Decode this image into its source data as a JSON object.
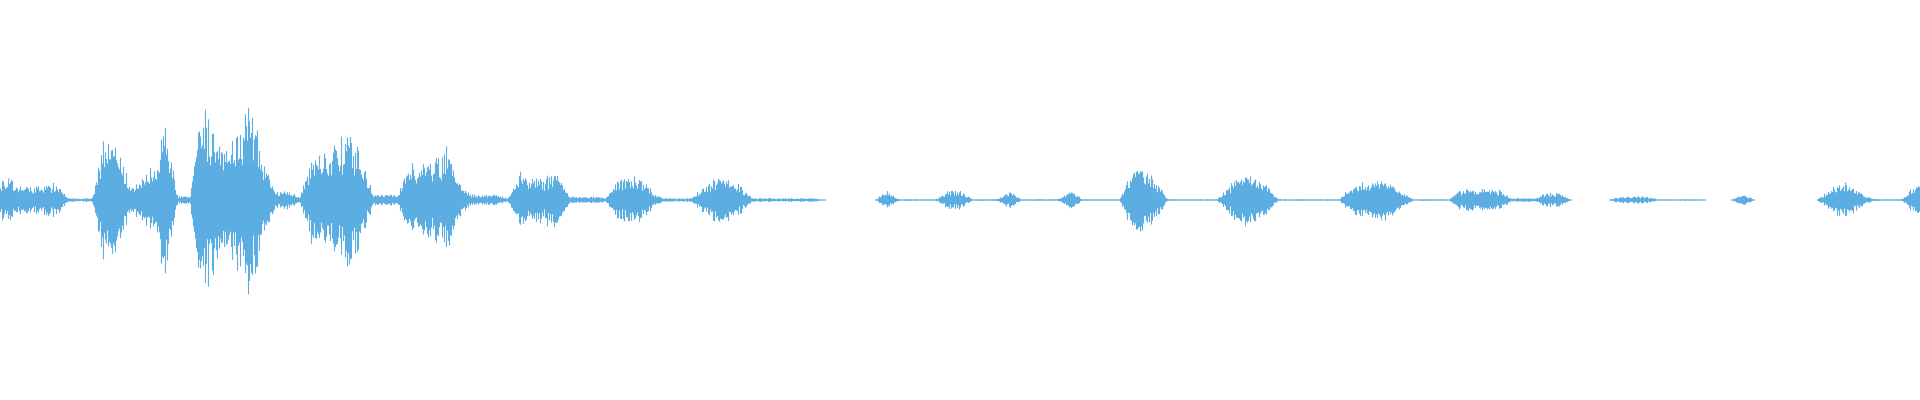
{
  "waveform": {
    "color": "#5dade2",
    "amplitude_envelope": [
      0.12,
      0.08,
      0.08,
      0.08,
      0.1,
      0.01,
      0.01,
      0.01,
      0.37,
      0.3,
      0.1,
      0.1,
      0.2,
      0.42,
      0.02,
      0.02,
      0.5,
      0.4,
      0.35,
      0.4,
      0.55,
      0.2,
      0.05,
      0.05,
      0.02,
      0.25,
      0.28,
      0.3,
      0.35,
      0.25,
      0.03,
      0.03,
      0.03,
      0.2,
      0.22,
      0.22,
      0.3,
      0.1,
      0.03,
      0.03,
      0.03,
      0.01,
      0.15,
      0.12,
      0.12,
      0.18,
      0.02,
      0.02,
      0.02,
      0.01,
      0.12,
      0.12,
      0.12,
      0.03,
      0.01,
      0.01,
      0.01,
      0.08,
      0.12,
      0.12,
      0.08,
      0.01,
      0.01,
      0.01,
      0.01,
      0.01,
      0.01,
      0,
      0,
      0,
      0,
      0,
      0.05,
      0.005,
      0.005,
      0.005,
      0.005,
      0.05,
      0.05,
      0.005,
      0.005,
      0.005,
      0.05,
      0.005,
      0.005,
      0.005,
      0.005,
      0.05,
      0.005,
      0.005,
      0.005,
      0.005,
      0.15,
      0.2,
      0.1,
      0.005,
      0.005,
      0.005,
      0.005,
      0.005,
      0.08,
      0.14,
      0.14,
      0.08,
      0.005,
      0.005,
      0.005,
      0.005,
      0.005,
      0.005,
      0.08,
      0.11,
      0.11,
      0.11,
      0.05,
      0.005,
      0.005,
      0.005,
      0.005,
      0.06,
      0.06,
      0.06,
      0.06,
      0.01,
      0.01,
      0.01,
      0.04,
      0.04,
      0,
      0,
      0,
      0,
      0.02,
      0.02,
      0.02,
      0.005,
      0.005,
      0.005,
      0.005,
      0,
      0,
      0,
      0.03,
      0,
      0,
      0,
      0,
      0,
      0,
      0.05,
      0.1,
      0.08,
      0.02,
      0.005,
      0.005,
      0.005,
      0.08
    ]
  }
}
